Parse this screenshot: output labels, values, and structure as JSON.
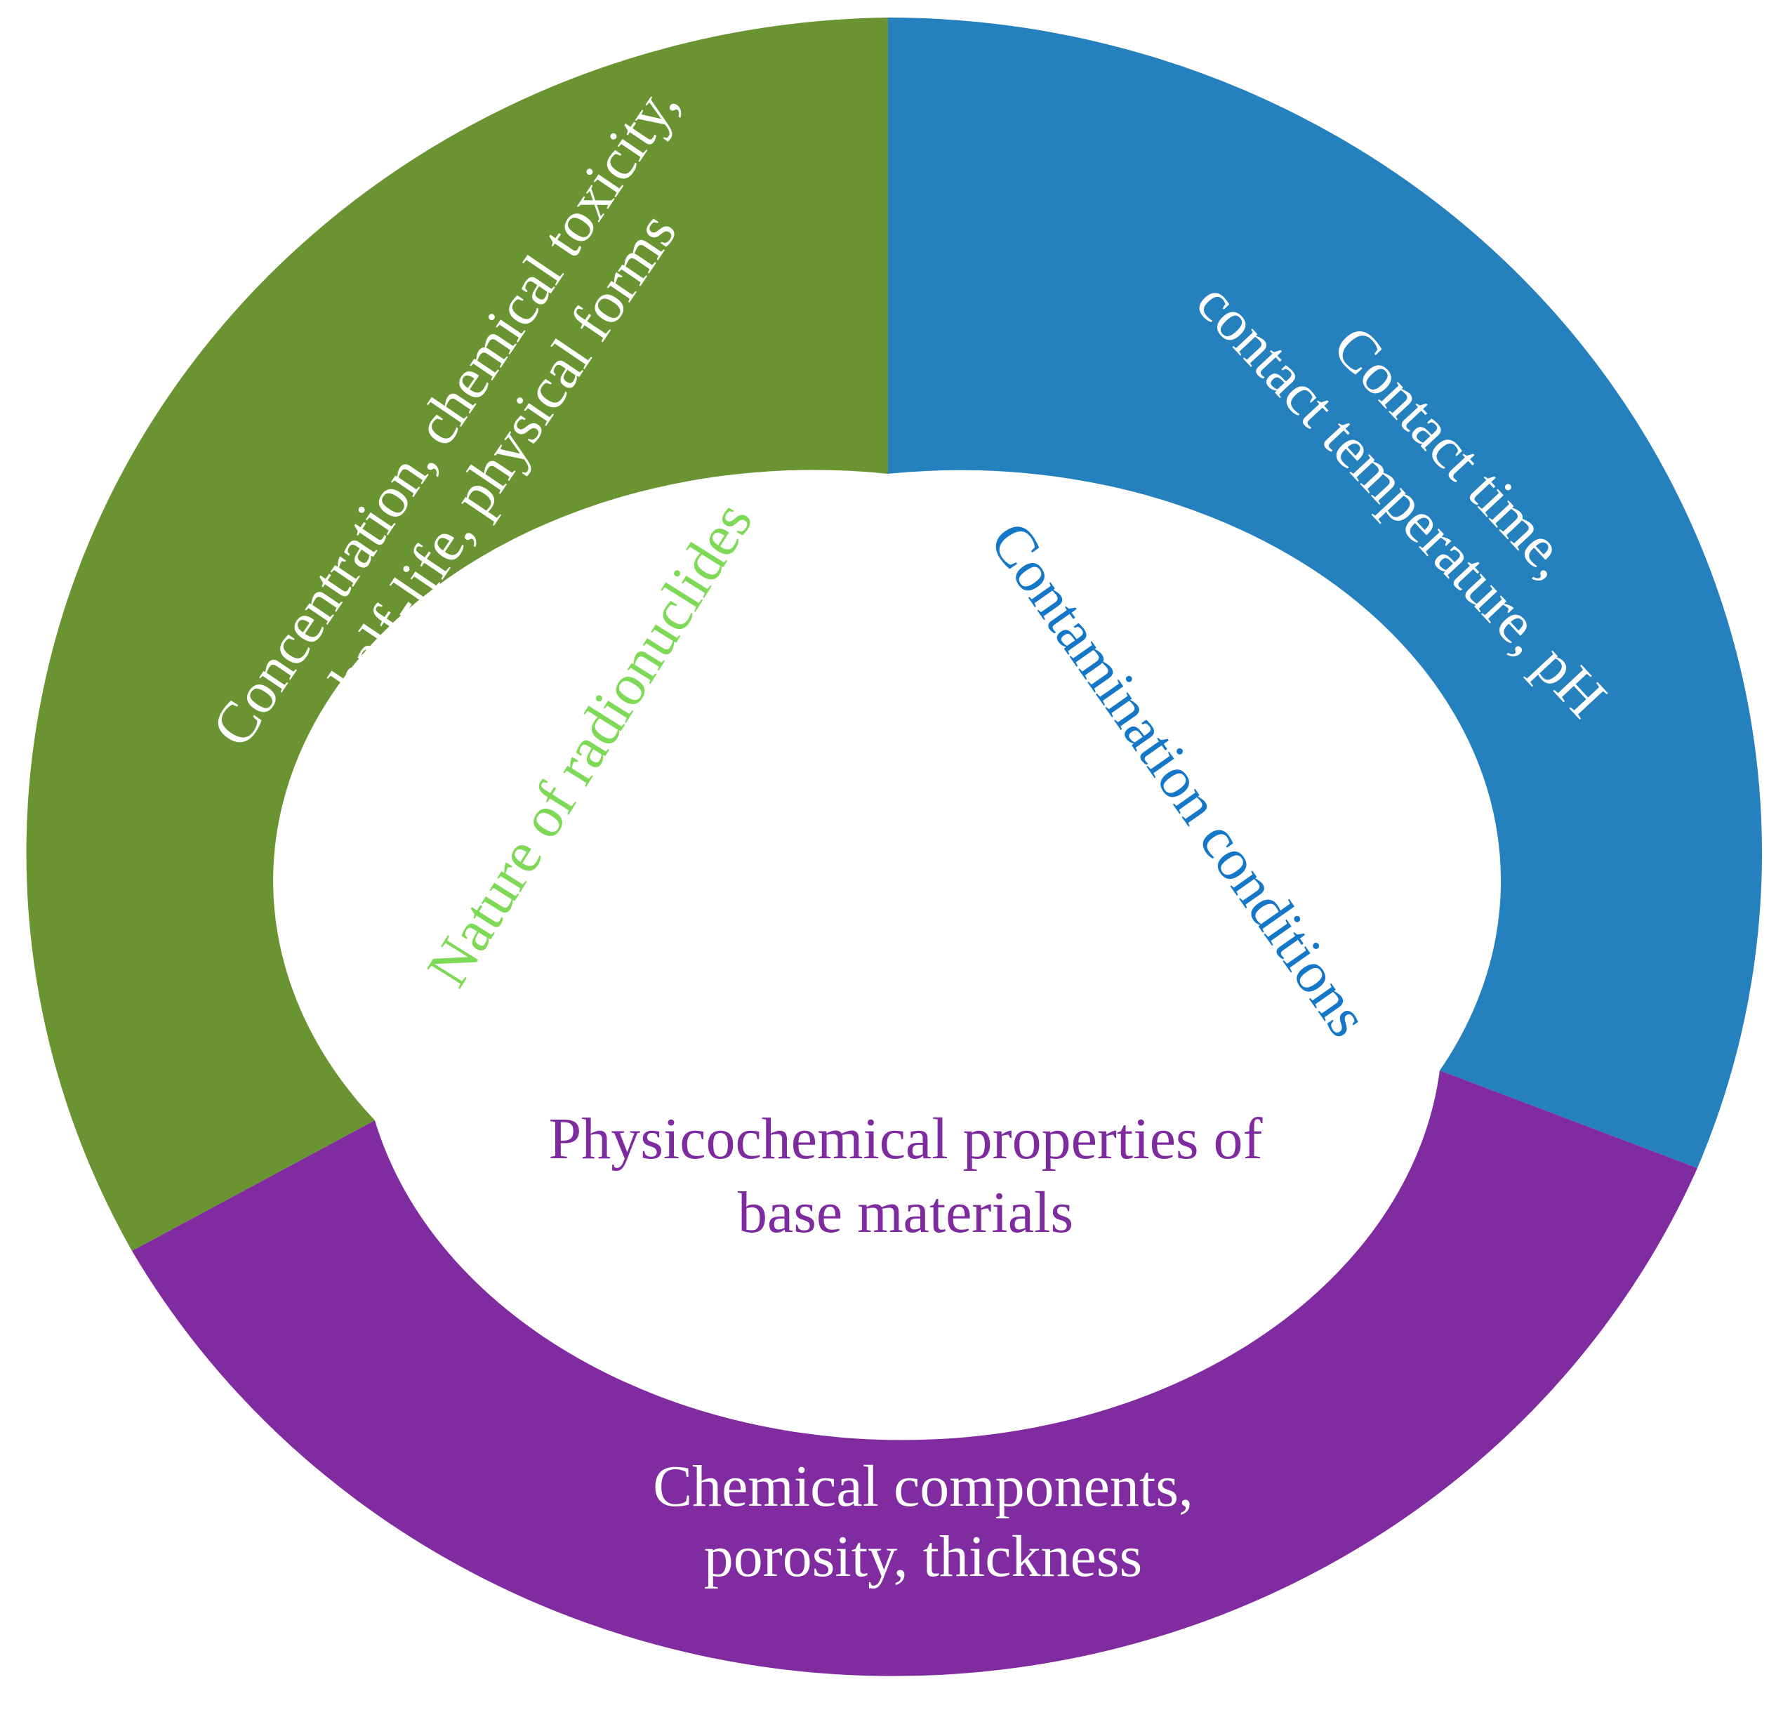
{
  "colors": {
    "green_segment": "#6a9432",
    "blue_segment": "#2580be",
    "purple_segment": "#802ba0",
    "inner_fill": "#ffffff",
    "label_green": "#7ed957",
    "label_blue": "#1577c8",
    "label_purple": "#7d2b9f",
    "segment_text": "#ffffff"
  },
  "segments": {
    "green": {
      "category": "Nature of radionuclides",
      "details": [
        "Concentration, chemical toxicity,",
        "half-life, physical forms"
      ]
    },
    "blue": {
      "category": "Contamination conditions",
      "details": [
        "Contact time,",
        "contact temperature, pH"
      ]
    },
    "purple": {
      "category_lines": [
        "Physicochemical properties of",
        "base materials"
      ],
      "details": [
        "Chemical components,",
        "porosity, thickness"
      ]
    }
  }
}
